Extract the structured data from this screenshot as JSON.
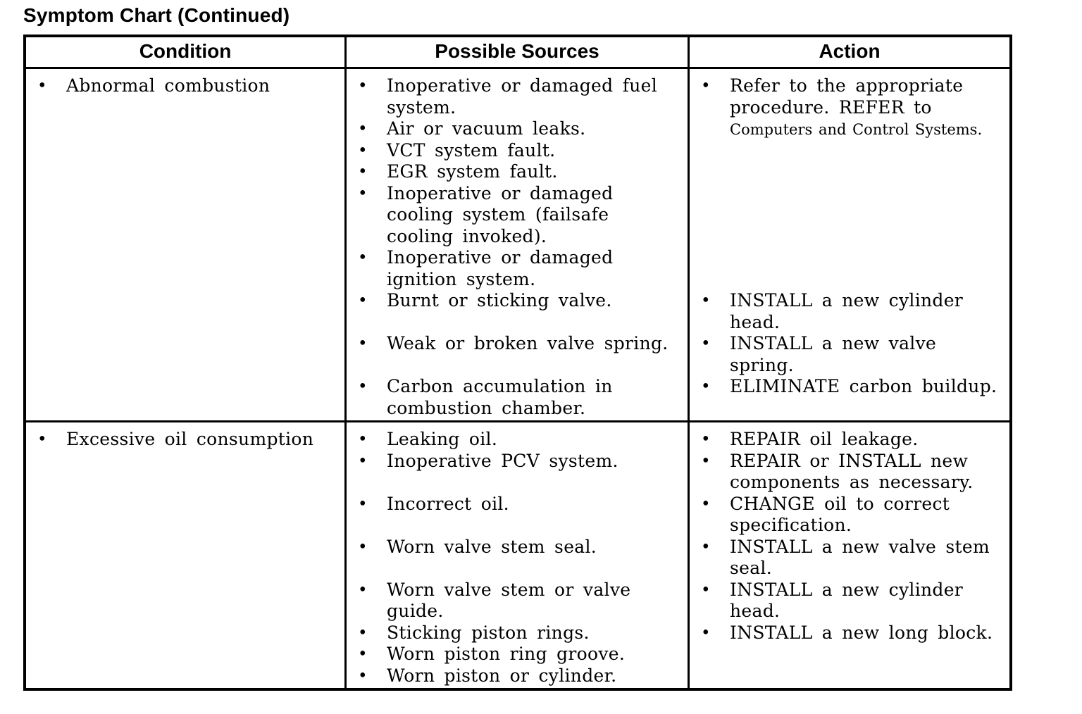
{
  "page": {
    "title": "Symptom Chart (Continued)"
  },
  "table": {
    "headers": [
      "Condition",
      "Possible Sources",
      "Action"
    ],
    "rows": [
      {
        "condition": "Abnormal combustion",
        "pairs": [
          {
            "sources": [
              "Inoperative or damaged fuel\nsystem.",
              "Air or vacuum leaks.",
              "VCT system fault.",
              "EGR system fault.",
              "Inoperative or damaged\ncooling system (failsafe\ncooling invoked).",
              "Inoperative or damaged\nignition system."
            ],
            "actions": [
              [
                {
                  "text": "Refer to the appropriate\nprocedure. REFER to\n"
                },
                {
                  "text": "Computers and Control Systems.",
                  "small": true
                }
              ]
            ]
          },
          {
            "sources": [
              "Burnt or sticking valve."
            ],
            "actions": [
              [
                {
                  "text": "INSTALL a new cylinder\nhead."
                }
              ]
            ]
          },
          {
            "sources": [
              "Weak or broken valve spring."
            ],
            "actions": [
              [
                {
                  "text": "INSTALL a new valve\nspring."
                }
              ]
            ]
          },
          {
            "sources": [
              "Carbon accumulation in\ncombustion chamber."
            ],
            "actions": [
              [
                {
                  "text": "ELIMINATE carbon buildup."
                }
              ]
            ]
          }
        ]
      },
      {
        "condition": "Excessive oil consumption",
        "pairs": [
          {
            "sources": [
              "Leaking oil."
            ],
            "actions": [
              [
                {
                  "text": "REPAIR oil leakage."
                }
              ]
            ]
          },
          {
            "sources": [
              "Inoperative PCV system."
            ],
            "actions": [
              [
                {
                  "text": "REPAIR or INSTALL new\ncomponents as necessary."
                }
              ]
            ]
          },
          {
            "sources": [
              "Incorrect oil."
            ],
            "actions": [
              [
                {
                  "text": "CHANGE oil to correct\nspecification."
                }
              ]
            ]
          },
          {
            "sources": [
              "Worn valve stem seal."
            ],
            "actions": [
              [
                {
                  "text": "INSTALL a new valve stem\nseal."
                }
              ]
            ]
          },
          {
            "sources": [
              "Worn valve stem or valve\nguide."
            ],
            "actions": [
              [
                {
                  "text": "INSTALL a new cylinder\nhead."
                }
              ]
            ]
          },
          {
            "sources": [
              "Sticking piston rings."
            ],
            "actions": [
              [
                {
                  "text": "INSTALL a new long block."
                }
              ]
            ]
          },
          {
            "sources": [
              "Worn piston ring groove."
            ],
            "actions": []
          },
          {
            "sources": [
              "Worn piston or cylinder."
            ],
            "actions": []
          }
        ]
      }
    ]
  }
}
